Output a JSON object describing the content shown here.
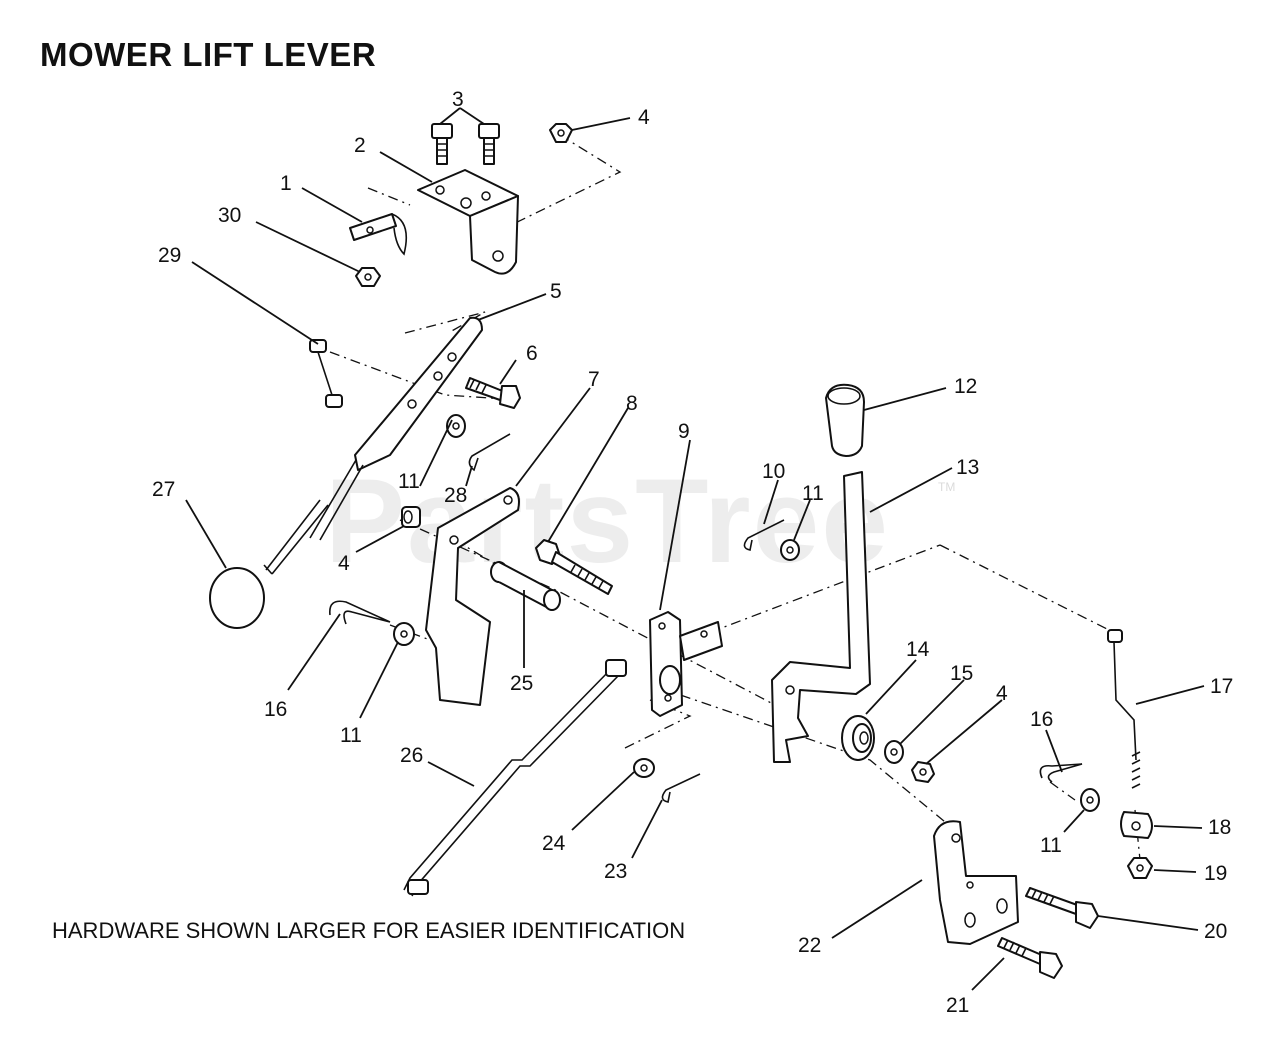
{
  "title": "MOWER LIFT LEVER",
  "footnote": "HARDWARE SHOWN LARGER FOR EASIER IDENTIFICATION",
  "watermark": "PartsTree",
  "watermark_tm": "TM",
  "callouts": {
    "c1": "1",
    "c2": "2",
    "c3": "3",
    "c4a": "4",
    "c4b": "4",
    "c4c": "4",
    "c5": "5",
    "c6": "6",
    "c7": "7",
    "c8": "8",
    "c9": "9",
    "c10": "10",
    "c11a": "11",
    "c11b": "11",
    "c11c": "11",
    "c11d": "11",
    "c12": "12",
    "c13": "13",
    "c14": "14",
    "c15": "15",
    "c16a": "16",
    "c16b": "16",
    "c17": "17",
    "c18": "18",
    "c19": "19",
    "c20": "20",
    "c21": "21",
    "c22": "22",
    "c23": "23",
    "c24": "24",
    "c25": "25",
    "c26": "26",
    "c27": "27",
    "c28": "28",
    "c29": "29",
    "c30": "30"
  }
}
